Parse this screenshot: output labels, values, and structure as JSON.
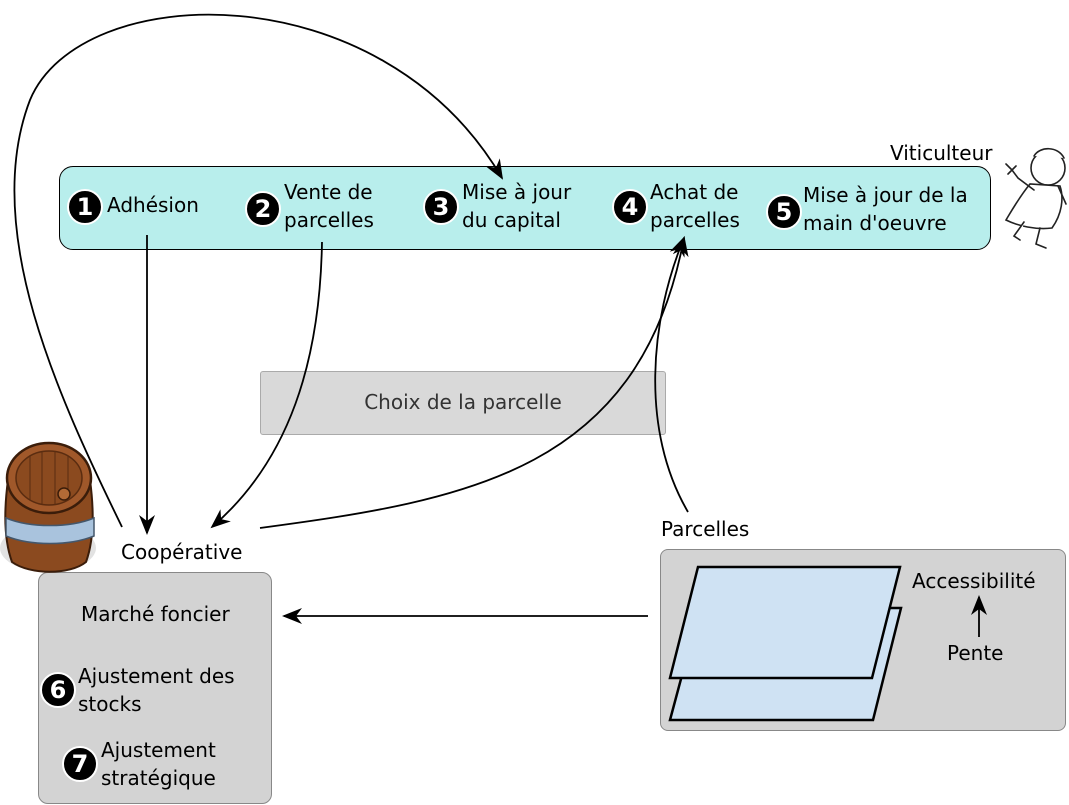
{
  "viticulteur": {
    "label": "Viticulteur",
    "steps": [
      {
        "num": "1",
        "line1": "Adhésion",
        "line2": ""
      },
      {
        "num": "2",
        "line1": "Vente de",
        "line2": "parcelles"
      },
      {
        "num": "3",
        "line1": "Mise à jour",
        "line2": "du capital"
      },
      {
        "num": "4",
        "line1": "Achat de",
        "line2": "parcelles"
      },
      {
        "num": "5",
        "line1": "Mise à jour de la",
        "line2": "main d'oeuvre"
      }
    ]
  },
  "choix": {
    "label": "Choix de la parcelle"
  },
  "cooperative": {
    "label": "Coopérative",
    "marche": "Marché foncier",
    "steps": [
      {
        "num": "6",
        "line1": "Ajustement des",
        "line2": "stocks"
      },
      {
        "num": "7",
        "line1": "Ajustement",
        "line2": "stratégique"
      }
    ]
  },
  "parcelles": {
    "label": "Parcelles",
    "accessibilite": "Accessibilité",
    "pente": "Pente"
  },
  "colors": {
    "viticulteur_fill": "#b8eeec",
    "panel_fill": "#d3d3d3",
    "parcel_fill": "#cfe2f3",
    "barrel_wood": "#8b4a1f",
    "barrel_band": "#a9c3dd"
  }
}
